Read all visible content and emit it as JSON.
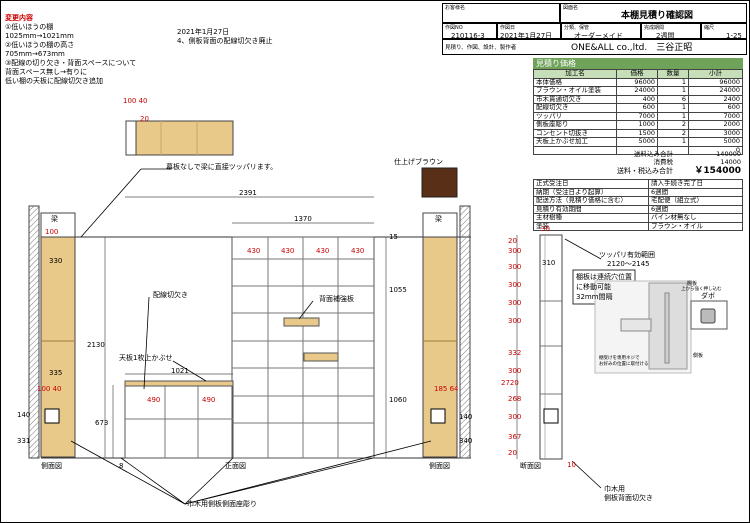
{
  "title_block": {
    "customer_label": "お客様名",
    "drawing_name_label": "図面名",
    "drawing_name": "本棚見積り確認図",
    "drawing_no_label": "作図NO",
    "drawing_no": "210116-3",
    "date_label": "作図日",
    "date": "2021年1月27日",
    "category_label": "分類、保管",
    "category": "オーダーメイド",
    "delivery_label": "完成期間",
    "delivery": "2週間",
    "scale_label": "縮尺",
    "scale": "1-25",
    "maker_label": "見積り、作図、設計、製作者",
    "maker": "ONE&ALL co.,ltd.　三谷正昭"
  },
  "changes": {
    "heading": "変更内容",
    "lines": [
      "①低いほうの棚",
      "1025mm→1021mm",
      "②低いほうの棚の高さ",
      "705mm→673mm",
      "③配線の切り欠き・背面スペースについて",
      "背面スペース無し→有りに",
      "低い棚の天板に配線切欠き追加"
    ],
    "date": "2021年1月27日",
    "note4": "4、側板背面の配線切欠き廃止"
  },
  "estimate": {
    "heading": "見積り価格",
    "columns": [
      "加工名",
      "価格",
      "数量",
      "小計"
    ],
    "rows": [
      [
        "本体価格",
        "96000",
        "1",
        "96000"
      ],
      [
        "ブラウン・オイル塗装",
        "24000",
        "1",
        "24000"
      ],
      [
        "市木貫通切欠き",
        "400",
        "6",
        "2400"
      ],
      [
        "配線切欠き",
        "600",
        "1",
        "600"
      ],
      [
        "ツッパリ",
        "7000",
        "1",
        "7000"
      ],
      [
        "側板座彫り",
        "1000",
        "2",
        "2000"
      ],
      [
        "コンセント切抜き",
        "1500",
        "2",
        "3000"
      ],
      [
        "天板上かぶせ加工",
        "5000",
        "1",
        "5000"
      ],
      [
        "",
        "",
        "",
        "0"
      ]
    ],
    "shipping_label": "送料込み合計",
    "shipping_total": "140000",
    "tax_label": "消費税",
    "tax": "14000",
    "grand_label": "送料・税込み合計",
    "grand_total": "￥154000"
  },
  "info": [
    [
      "正式受注日",
      "請入手続き完了日"
    ],
    [
      "納期（受注日より起算）",
      "6週間"
    ],
    [
      "配送方法（見積り価格に含む）",
      "宅配便（組立式）"
    ],
    [
      "見積り有効期間",
      "6週間"
    ],
    [
      "主材樹種",
      "パイン材無なし"
    ],
    [
      "塗装",
      "ブラウン・オイル"
    ]
  ],
  "finish_label": "仕上げブラウン",
  "labels": {
    "top_dims": "100 40",
    "dim_20": "20",
    "note_ceiling": "幕板なしで梁に直接ツッパリます。",
    "dim_2391": "2391",
    "dim_1370": "1370",
    "beam_left": "梁",
    "beam_right": "梁",
    "dim_100": "100",
    "dim_330": "330",
    "dim_335": "335",
    "dim_10040b": "100 40",
    "dim_140": "140",
    "dim_331": "331",
    "dim_18564": "185 64",
    "dim_140r": "140",
    "dim_340": "340",
    "dim_2130": "2130",
    "dim_673": "673",
    "dim_1021": "1021",
    "dim_490a": "490",
    "dim_490b": "490",
    "dim_430": "430",
    "dim_15": "15",
    "dim_1055": "1055",
    "dim_1060": "1060",
    "note_wiring": "配線切欠き",
    "note_back": "背面補強板",
    "note_top": "天板1枚上かぶせ",
    "side_left": "側面図",
    "front": "正面図",
    "side_right": "側面図",
    "section": "断面図",
    "dim_8": "8",
    "dim_30": "30",
    "dim_10": "10",
    "dim_310": "310",
    "tsupp": "ツッパリ有効範囲",
    "tsupp_range": "2120～2145",
    "shelf_note1": "棚板は連続穴位置",
    "shelf_note2": "に移動可能",
    "shelf_note3": "32mm間隔",
    "dowel_label": "ダボ",
    "dowel_note1": "棚板",
    "dowel_note2": "上から強く押し込む",
    "dowel_note3": "側板",
    "dowel_note4": "棚受けを専用ネジで",
    "dowel_note5": "お好みの位置に取付ける",
    "bottom_note": "巾木用側板側面座彫り",
    "bottom_note2a": "巾木用",
    "bottom_note2b": "側板背面切欠き",
    "sec_dims": [
      "300",
      "300",
      "300",
      "300",
      "300",
      "332",
      "300",
      "268",
      "300",
      "367",
      "20",
      "2720",
      "20"
    ]
  }
}
